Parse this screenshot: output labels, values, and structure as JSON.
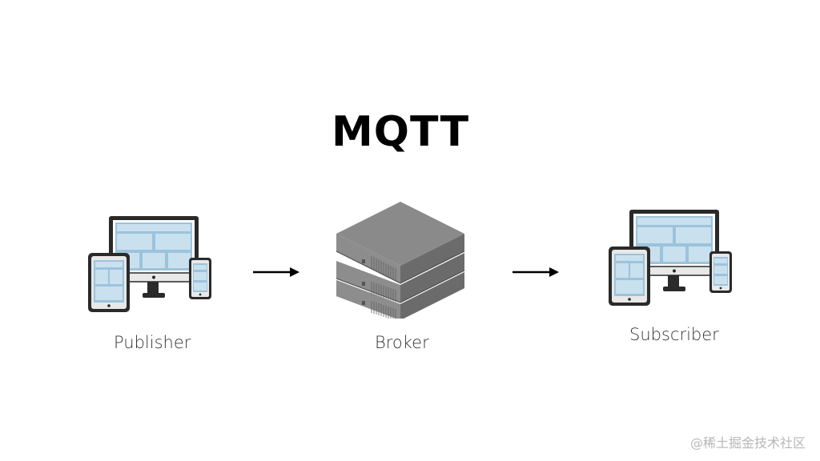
{
  "title": "MQTT",
  "nodes": {
    "publisher": {
      "label": "Publisher",
      "icon": "devices-icon"
    },
    "broker": {
      "label": "Broker",
      "icon": "server-rack-icon"
    },
    "subscriber": {
      "label": "Subscriber",
      "icon": "devices-icon"
    }
  },
  "watermark": "@稀土掘金技术社区",
  "colors": {
    "device_frame": "#2a2a2a",
    "device_screen": "#9cc3dc",
    "server_top": "#878787",
    "server_side": "#5f5f5f",
    "server_front": "#9a9a9a"
  }
}
